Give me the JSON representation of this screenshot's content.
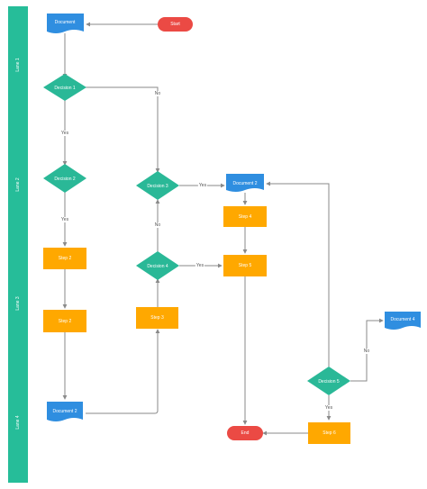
{
  "lanes": [
    "Lane 1",
    "Lane 2",
    "Lane 3",
    "Lane 4"
  ],
  "nodes": {
    "start": "Start",
    "document_1": "Document",
    "decision_1": "Decision 1",
    "decision_2": "Decision 2",
    "decision_3": "Decision 3",
    "decision_4": "Decision 4",
    "decision_5": "Decision 5",
    "document_2a": "Document 2",
    "document_2b": "Document 2",
    "document_4": "Document 4",
    "step_2a": "Step 2",
    "step_2b": "Step 2",
    "step_3": "Step 3",
    "step_4": "Step 4",
    "step_5": "Step 5",
    "step_6": "Step 6",
    "end": "End"
  },
  "edge_labels": {
    "d1_no": "No",
    "d1_yes": "Yes",
    "d2_yes": "Yes",
    "d3_yes": "Yes",
    "d4_no": "No",
    "d4_yes": "Yes",
    "d5_no": "No",
    "d5_yes": "Yes"
  },
  "colors": {
    "lane": "#26bd99",
    "decision": "#2ab897",
    "document": "#2f8ee0",
    "process": "#ffa800",
    "terminal": "#eb4a44",
    "connector": "#8a8a8a"
  }
}
